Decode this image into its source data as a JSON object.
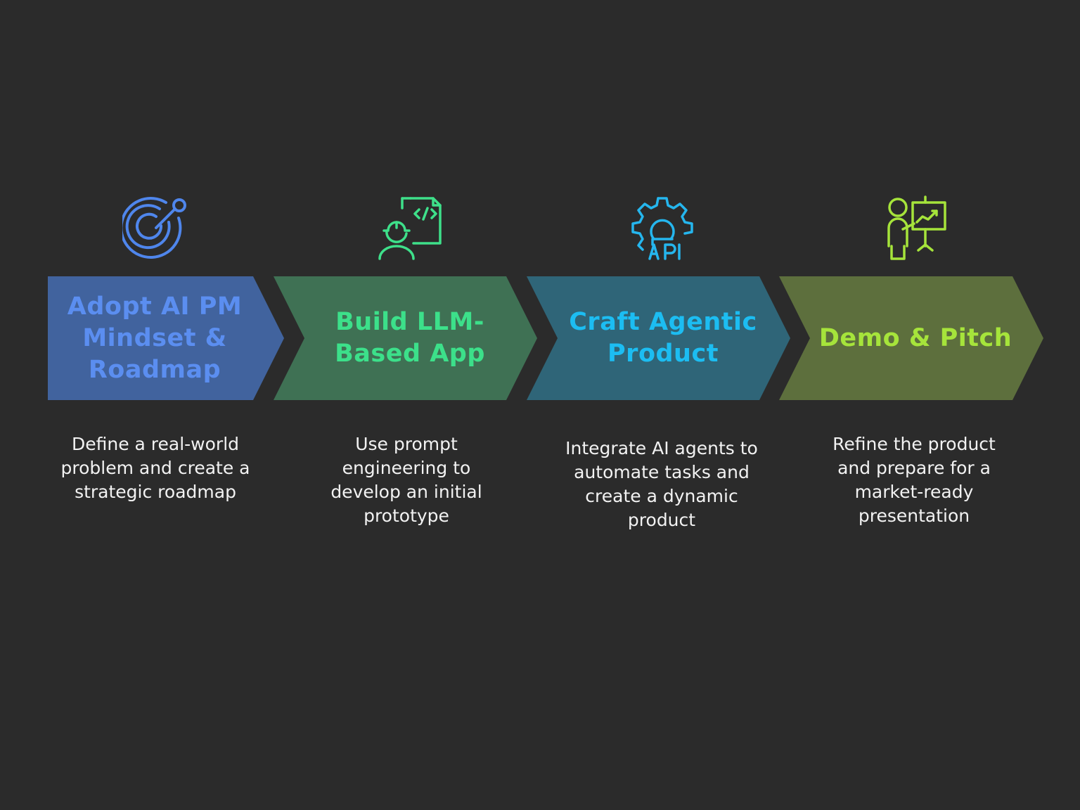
{
  "steps": [
    {
      "title": "Adopt AI PM Mindset & Roadmap",
      "description": "Define a real-world problem and create a strategic roadmap",
      "icon": "target-icon",
      "fill_color": "#41639e",
      "text_color": "#5b8ef0",
      "icon_color": "#4f86ec"
    },
    {
      "title": "Build LLM-Based App",
      "description": "Use prompt engineering to develop an initial prototype",
      "icon": "developer-code-icon",
      "fill_color": "#3f7154",
      "text_color": "#3ce08a",
      "icon_color": "#3ee08a"
    },
    {
      "title": "Craft Agentic Product",
      "description": "Integrate AI agents to automate tasks and create a dynamic product",
      "icon": "api-gear-icon",
      "fill_color": "#2f6578",
      "text_color": "#1cbdf2",
      "icon_color": "#25b6ee"
    },
    {
      "title": "Demo & Pitch",
      "description": "Refine the product and prepare for a market-ready presentation",
      "icon": "presenter-chart-icon",
      "fill_color": "#5d6f3d",
      "text_color": "#a6e43b",
      "icon_color": "#a6e43b"
    }
  ]
}
